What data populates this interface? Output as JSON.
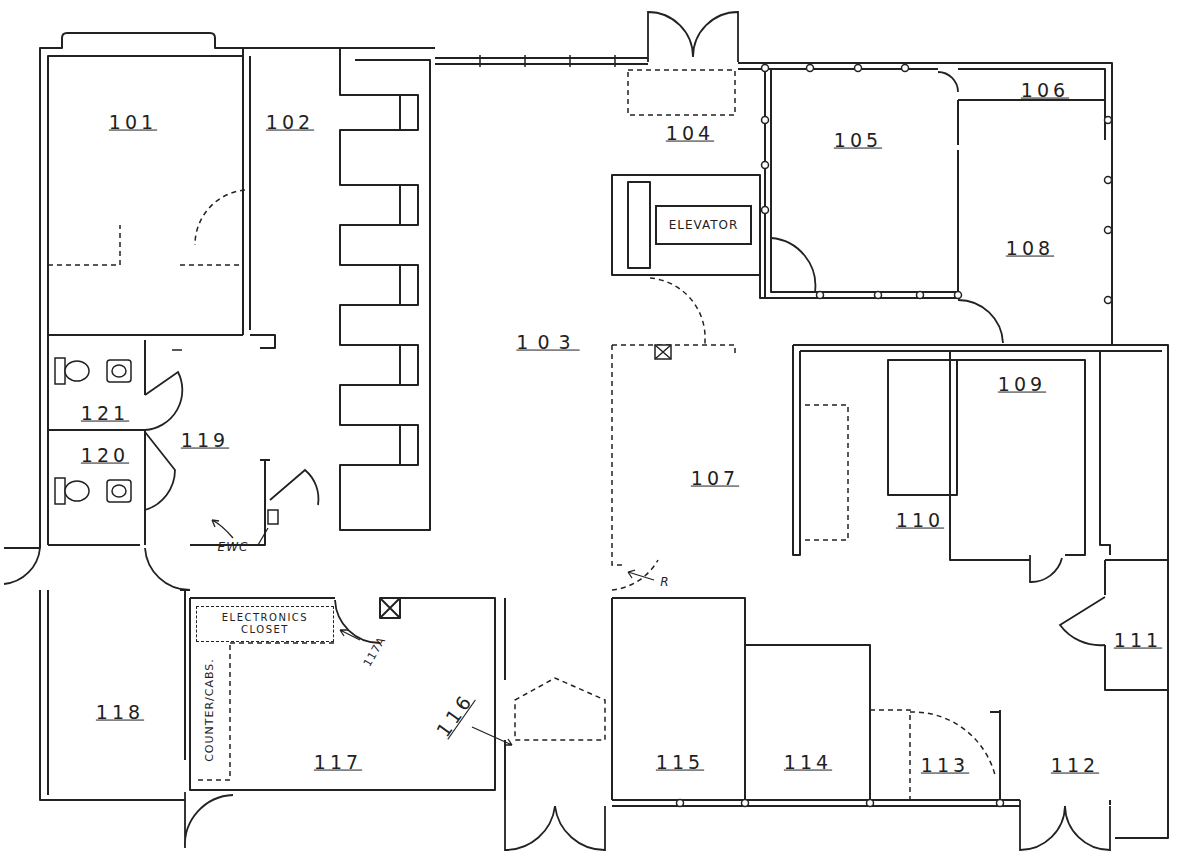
{
  "diagram": {
    "nodes": [
      {
        "text": [
          "ELEVATOR"
        ]
      },
      {
        "text": [
          "ELECTRONICS CLOSET"
        ]
      }
    ],
    "labels": [
      "101",
      "102",
      "103",
      "104",
      "105",
      "106",
      "108",
      "107",
      "109",
      "110",
      "111",
      "112",
      "113",
      "114",
      "115",
      "116",
      "117",
      "117A",
      "118",
      "119",
      "120",
      "121",
      "EWC",
      "R",
      "COUNTER/CABS."
    ]
  }
}
